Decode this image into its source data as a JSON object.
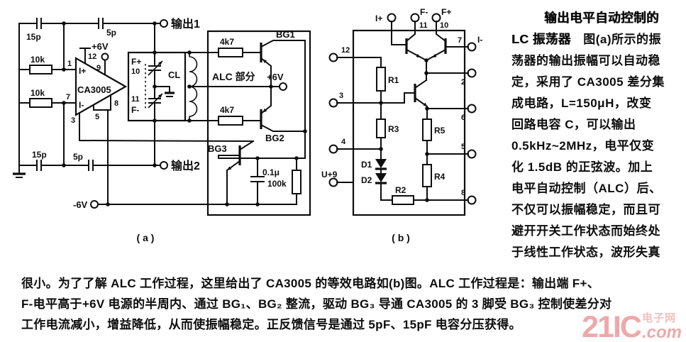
{
  "figure_a": {
    "caption": "( a )",
    "labels": {
      "out1": "输出1",
      "out2": "输出2",
      "c15p_top": "15p",
      "c5p_top": "5p",
      "r10k_a": "10k",
      "r10k_b": "10k",
      "c15p_bot": "15p",
      "c5p_bot": "5p",
      "vcc_top": "+6V",
      "vcc_alc": "+6V",
      "vee": "-6V",
      "pin12": "12",
      "pin9": "9",
      "pin1": "1",
      "pin7": "7",
      "pin3": "3",
      "pin5": "5",
      "pin8": "8",
      "in_p": "I+",
      "in_n": "I-",
      "ic": "CA3005",
      "f_p": "F+",
      "pin10": "10",
      "pin11": "11",
      "f_n": "F-",
      "cl": "CL",
      "alc": "ALC 部分",
      "r4k7_a": "4k7",
      "r4k7_b": "4k7",
      "bg1": "BG1",
      "bg2": "BG2",
      "bg3": "BG3",
      "c01u": "0.1μ",
      "r100k": "100k"
    }
  },
  "figure_b": {
    "caption": "( b )",
    "labels": {
      "t12": "12",
      "t3": "3",
      "t4": "4",
      "u9": "U+9",
      "i_p": "I+",
      "f_n": "F-",
      "p11": "11",
      "f_p": "F+",
      "p10": "10",
      "i_n": "I-",
      "p7": "7",
      "p2": "2",
      "p6": "6",
      "p5": "5",
      "p8": "8",
      "r1": "R1",
      "r2": "R2",
      "r3": "R3",
      "r4": "R4",
      "r5": "R5",
      "d1": "D1",
      "d2": "D2"
    }
  },
  "right_text": {
    "title_line1": "输出电平自动控制的",
    "title_bold": "LC 振荡器",
    "line2_rest": "图(a)所示的振",
    "lines": [
      "荡器的输出振幅可以自动稳",
      "定，采用了 CA3005 差分集",
      "成电路，L=150μH，改变",
      "回路电容 C，可以输出",
      "0.5kHz~2MHz，电平仅变",
      "化 1.5dB 的正弦波。加上",
      "电平自动控制（ALC）后、",
      "不仅可以振幅稳定，而且可",
      "避开开关工作状态而始终处",
      "于线性工作状态，波形失真"
    ]
  },
  "bottom_text": {
    "line1": "很小。为了了解 ALC 工作过程，这里给出了 CA3005 的等效电路如(b)图。ALC 工作过程是：输出端 F+、",
    "line2": "F-电平高于+6V 电源的半周内、通过 BG₁、BG₂ 整流，驱动 BG₃ 导通 CA3005 的 3 脚受 BG₃ 控制使差分对",
    "line3": "工作电流减小，增益降低，从而使振幅稳定。正反馈信号是通过 5pF、15pF 电容分压获得。"
  },
  "watermark": {
    "brand": "21IC",
    "cn": "电子网",
    "com": ".com",
    "color_main": "#eda9a9",
    "color_light": "#f3bfbf"
  }
}
